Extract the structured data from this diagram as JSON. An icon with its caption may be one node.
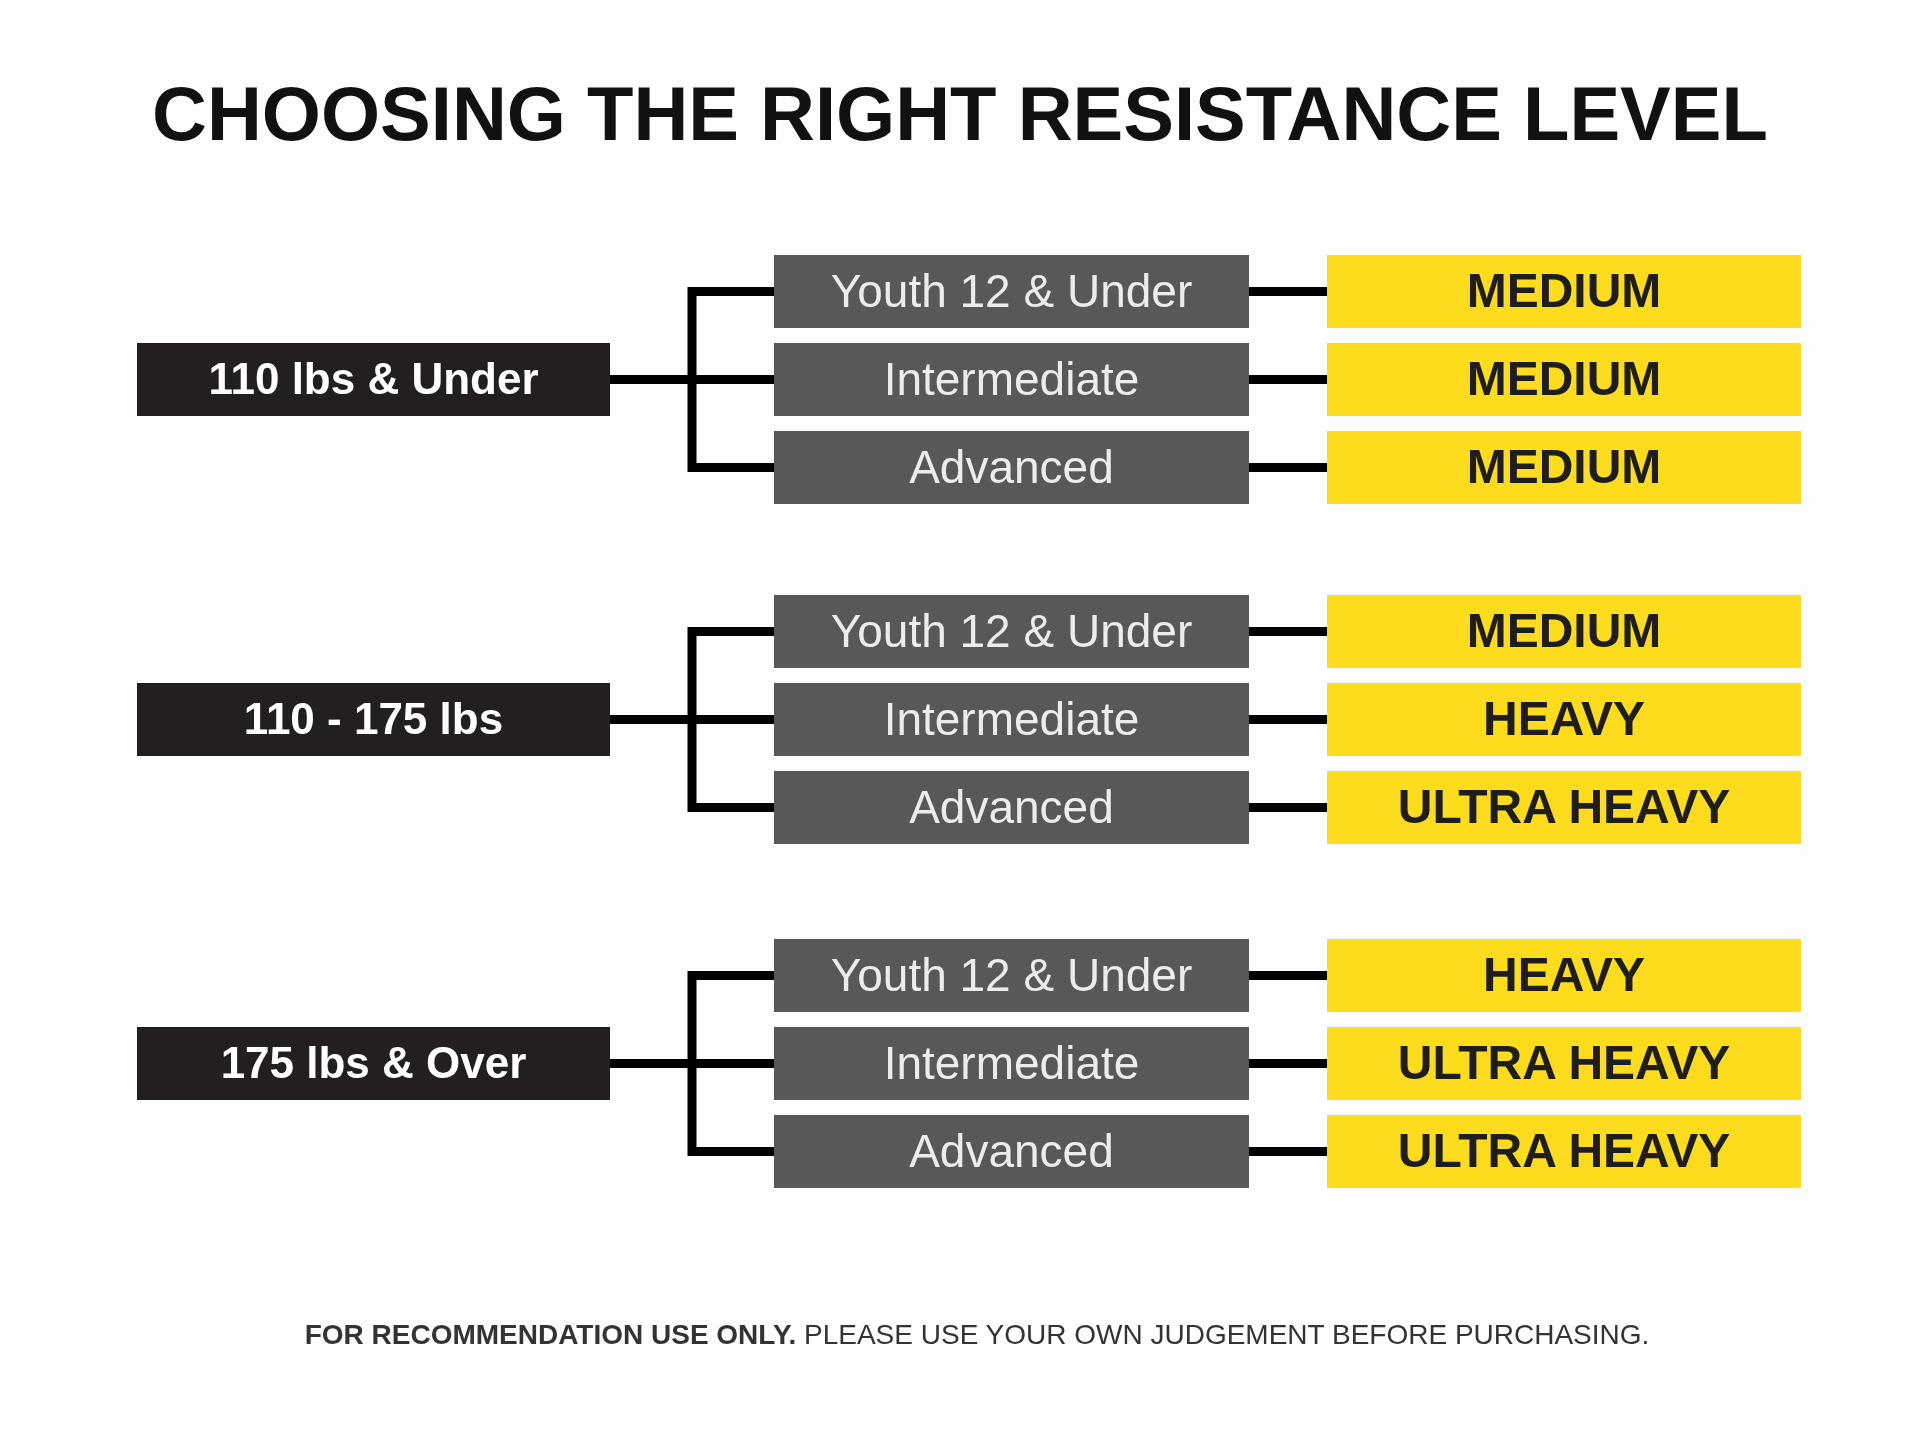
{
  "diagram": {
    "title": "CHOOSING THE RIGHT RESISTANCE LEVEL",
    "nodes": [
      {
        "text": [
          "110 lbs & Under"
        ]
      },
      {
        "text": [
          "Youth 12 & Under"
        ]
      },
      {
        "text": [
          "MEDIUM"
        ]
      },
      {
        "text": [
          "Intermediate"
        ]
      },
      {
        "text": [
          "MEDIUM"
        ]
      },
      {
        "text": [
          "Advanced"
        ]
      },
      {
        "text": [
          "MEDIUM"
        ]
      },
      {
        "text": [
          "110 - 175 lbs"
        ]
      },
      {
        "text": [
          "Youth 12 & Under"
        ]
      },
      {
        "text": [
          "MEDIUM"
        ]
      },
      {
        "text": [
          "Intermediate"
        ]
      },
      {
        "text": [
          "HEAVY"
        ]
      },
      {
        "text": [
          "Advanced"
        ]
      },
      {
        "text": [
          "ULTRA HEAVY"
        ]
      },
      {
        "text": [
          "175 lbs & Over"
        ]
      },
      {
        "text": [
          "Youth 12 & Under"
        ]
      },
      {
        "text": [
          "HEAVY"
        ]
      },
      {
        "text": [
          "Intermediate"
        ]
      },
      {
        "text": [
          "ULTRA HEAVY"
        ]
      },
      {
        "text": [
          "Advanced"
        ]
      },
      {
        "text": [
          "ULTRA HEAVY"
        ]
      }
    ],
    "edges": [
      {
        "from": 0,
        "to": 1,
        "arrow": "none"
      },
      {
        "from": 0,
        "to": 3,
        "arrow": "none"
      },
      {
        "from": 0,
        "to": 5,
        "arrow": "none"
      },
      {
        "from": 1,
        "to": 2,
        "arrow": "none"
      },
      {
        "from": 3,
        "to": 4,
        "arrow": "none"
      },
      {
        "from": 5,
        "to": 6,
        "arrow": "none"
      },
      {
        "from": 7,
        "to": 8,
        "arrow": "none"
      },
      {
        "from": 7,
        "to": 10,
        "arrow": "none"
      },
      {
        "from": 7,
        "to": 12,
        "arrow": "none"
      },
      {
        "from": 8,
        "to": 9,
        "arrow": "none"
      },
      {
        "from": 10,
        "to": 11,
        "arrow": "none"
      },
      {
        "from": 12,
        "to": 13,
        "arrow": "none"
      },
      {
        "from": 14,
        "to": 15,
        "arrow": "none"
      },
      {
        "from": 14,
        "to": 17,
        "arrow": "none"
      },
      {
        "from": 14,
        "to": 19,
        "arrow": "none"
      },
      {
        "from": 15,
        "to": 16,
        "arrow": "none"
      },
      {
        "from": 17,
        "to": 18,
        "arrow": "none"
      },
      {
        "from": 19,
        "to": 20,
        "arrow": "none"
      }
    ],
    "caption": "**FOR RECOMMENDATION USE ONLY.** PLEASE USE YOUR OWN JUDGEMENT BEFORE PURCHASING."
  }
}
